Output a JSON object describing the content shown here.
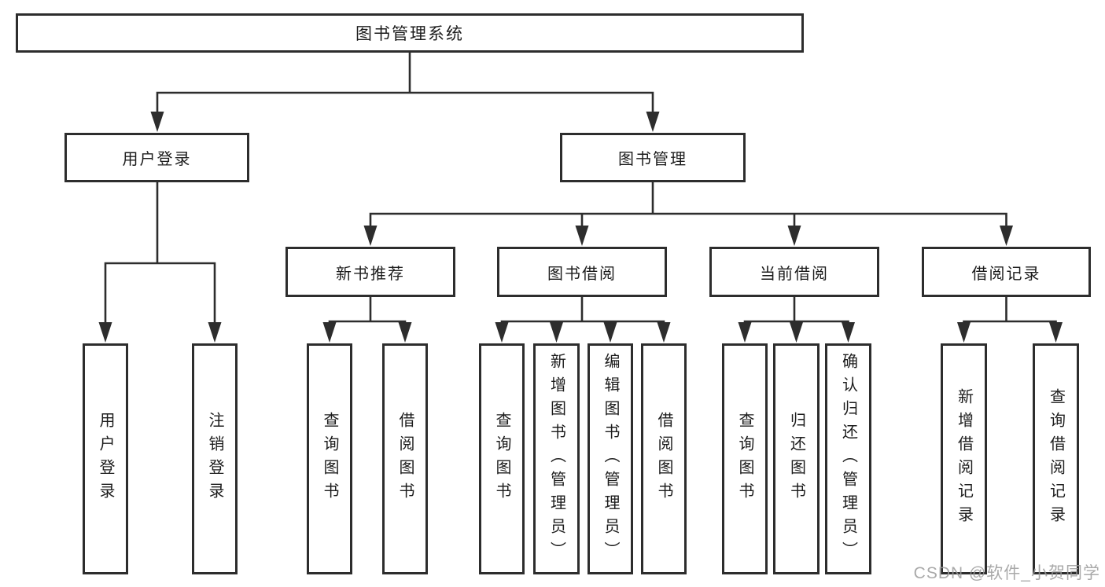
{
  "diagram": {
    "root": {
      "label": "图书管理系统"
    },
    "branches": {
      "user_login": {
        "label": "用户登录",
        "leaves": [
          "用户登录",
          "注销登录"
        ]
      },
      "book_mgmt": {
        "label": "图书管理",
        "sections": {
          "new_book_rec": {
            "label": "新书推荐",
            "leaves": [
              "查询图书",
              "借阅图书"
            ]
          },
          "book_borrow": {
            "label": "图书借阅",
            "leaves": [
              "查询图书",
              "新增图书（管理员）",
              "编辑图书（管理员）",
              "借阅图书"
            ]
          },
          "current_borrow": {
            "label": "当前借阅",
            "leaves": [
              "查询图书",
              "归还图书",
              "确认归还（管理员）"
            ]
          },
          "borrow_record": {
            "label": "借阅记录",
            "leaves": [
              "新增借阅记录",
              "查询借阅记录"
            ]
          }
        }
      }
    }
  },
  "watermark": {
    "text": "CSDN @软件_小贺同学"
  },
  "colors": {
    "line": "#2d2d2d",
    "text": "#1c1c1c",
    "watermark": "#9b9b9b",
    "background": "#ffffff"
  }
}
